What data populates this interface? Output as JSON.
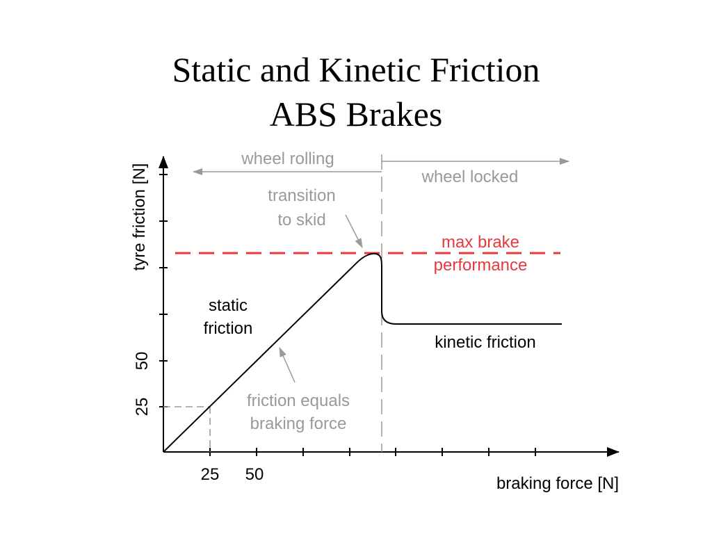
{
  "title": {
    "line1": "Static and Kinetic Friction",
    "line2": "ABS Brakes"
  },
  "axes": {
    "x_label": "braking force [N]",
    "y_label": "tyre friction [N]",
    "x_tick_labels": [
      "25",
      "50"
    ],
    "y_tick_labels": [
      "25",
      "50"
    ]
  },
  "regions": {
    "left": "wheel rolling",
    "right": "wheel locked"
  },
  "annotations": {
    "transition_line1": "transition",
    "transition_line2": "to skid",
    "max_line1": "max brake",
    "max_line2": "performance",
    "static_line1": "static",
    "static_line2": "friction",
    "kinetic": "kinetic friction",
    "equals_line1": "friction equals",
    "equals_line2": "braking force"
  },
  "colors": {
    "curve": "#000000",
    "annotation_gray": "#999999",
    "max_brake_red": "#e8383d",
    "axis": "#000000"
  }
}
